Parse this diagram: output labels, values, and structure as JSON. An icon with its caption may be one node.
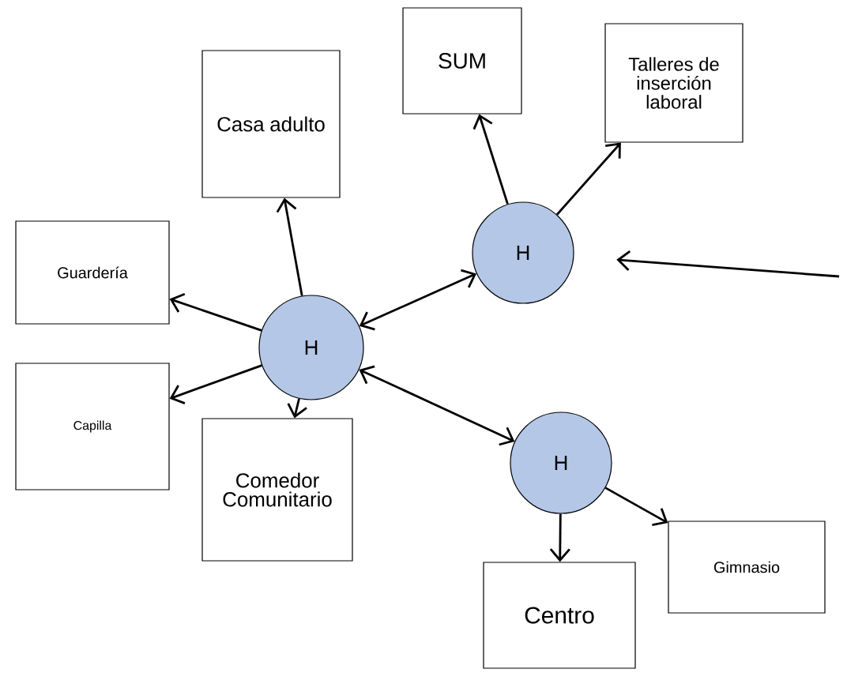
{
  "diagram": {
    "nodes": [
      {
        "text": [
          "Casa adulto"
        ]
      },
      {
        "text": [
          "SUM"
        ]
      },
      {
        "text": [
          "Talleres de inserción laboral"
        ]
      },
      {
        "text": [
          "Guardería"
        ]
      },
      {
        "text": [
          "Capilla"
        ]
      },
      {
        "text": [
          "H"
        ]
      },
      {
        "text": [
          "H"
        ]
      },
      {
        "text": [
          "Comedor Comunitario"
        ]
      },
      {
        "text": [
          "H"
        ]
      },
      {
        "text": [
          "Centro"
        ]
      },
      {
        "text": [
          "Gimnasio"
        ]
      }
    ],
    "edges": [
      {
        "from": 5,
        "to": 3,
        "arrow": "to"
      },
      {
        "from": 5,
        "to": 0,
        "arrow": "to"
      },
      {
        "from": 5,
        "to": 4,
        "arrow": "to"
      },
      {
        "from": 5,
        "to": 7,
        "arrow": "to"
      },
      {
        "from": 5,
        "to": 6,
        "arrow": "both"
      },
      {
        "from": 5,
        "to": 8,
        "arrow": "both"
      },
      {
        "from": 6,
        "to": 1,
        "arrow": "to"
      },
      {
        "from": 6,
        "to": 2,
        "arrow": "to"
      },
      {
        "from": null,
        "to": 6,
        "arrow": "to"
      },
      {
        "from": 8,
        "to": 9,
        "arrow": "to"
      },
      {
        "from": 8,
        "to": 10,
        "arrow": "to"
      }
    ]
  }
}
